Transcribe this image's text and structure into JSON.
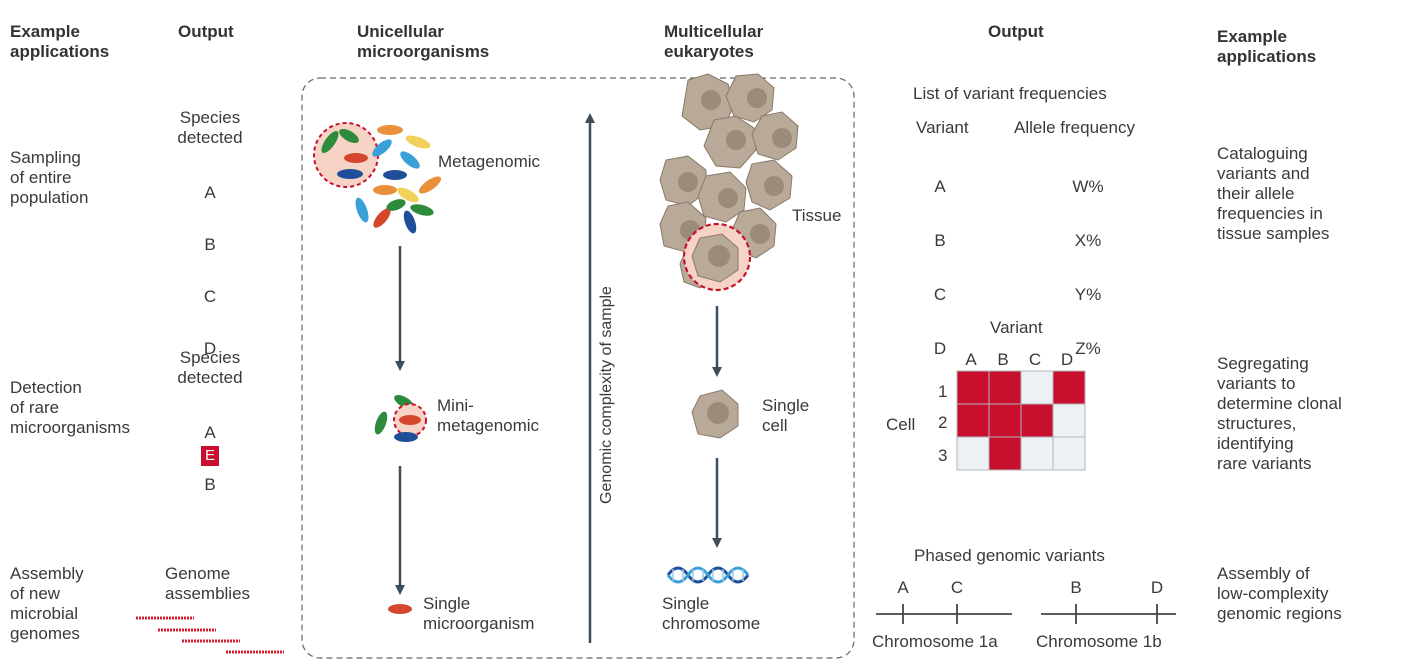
{
  "left_panel": {
    "example_applications_heading": "Example\napplications",
    "output_heading": "Output",
    "rows": [
      {
        "application": "Sampling\nof entire\npopulation",
        "output_title": "Species\ndetected",
        "items": [
          "A",
          "B",
          "C",
          "D"
        ]
      },
      {
        "application": "Detection\nof rare\nmicroorganisms",
        "output_title": "Species\ndetected",
        "items": [
          "A",
          "B"
        ],
        "highlighted_item": "E"
      },
      {
        "application": "Assembly\nof new\nmicrobial\ngenomes",
        "output_title": "Genome\nassemblies"
      }
    ]
  },
  "center_panel": {
    "unicellular_heading": "Unicellular\nmicroorganisms",
    "multicellular_heading": "Multicellular\neukaryotes",
    "metagenomic_label": "Metagenomic",
    "minimetagenomic_label": "Mini-\nmetagenomic",
    "single_microorganism_label": "Single\nmicroorganism",
    "tissue_label": "Tissue",
    "single_cell_label": "Single\ncell",
    "single_chromosome_label": "Single\nchromosome",
    "axis_label": "Genomic complexity of sample"
  },
  "right_panel": {
    "output_heading": "Output",
    "example_applications_heading": "Example\napplications",
    "variant_list": {
      "title": "List of variant frequencies",
      "col_variant": "Variant",
      "col_freq": "Allele frequency",
      "rows": [
        {
          "variant": "A",
          "freq": "W%"
        },
        {
          "variant": "B",
          "freq": "X%"
        },
        {
          "variant": "C",
          "freq": "Y%"
        },
        {
          "variant": "D",
          "freq": "Z%"
        }
      ]
    },
    "matrix": {
      "title": "Variant",
      "columns": [
        "A",
        "B",
        "C",
        "D"
      ],
      "row_axis_label": "Cell",
      "rows": [
        "1",
        "2",
        "3"
      ],
      "cells": [
        [
          1,
          1,
          0,
          1
        ],
        [
          1,
          1,
          1,
          0
        ],
        [
          0,
          1,
          0,
          0
        ]
      ]
    },
    "phased": {
      "title": "Phased genomic variants",
      "chrom_a": "Chromosome 1a",
      "chrom_b": "Chromosome 1b",
      "a_variants": [
        "A",
        "C"
      ],
      "b_variants": [
        "B",
        "D"
      ]
    },
    "applications": [
      "Cataloguing\nvariants and\ntheir allele\nfrequencies in\ntissue samples",
      "Segregating\nvariants to\ndetermine clonal\nstructures,\nidentifying\nrare variants",
      "Assembly of\nlow-complexity\ngenomic regions"
    ]
  },
  "colors": {
    "accent_red": "#c8102e",
    "arrow": "#3d4f5c",
    "cell_fill": "#b8a999",
    "cell_nucleus": "#9c8b7a",
    "highlight_fill": "#f6d3c4"
  }
}
